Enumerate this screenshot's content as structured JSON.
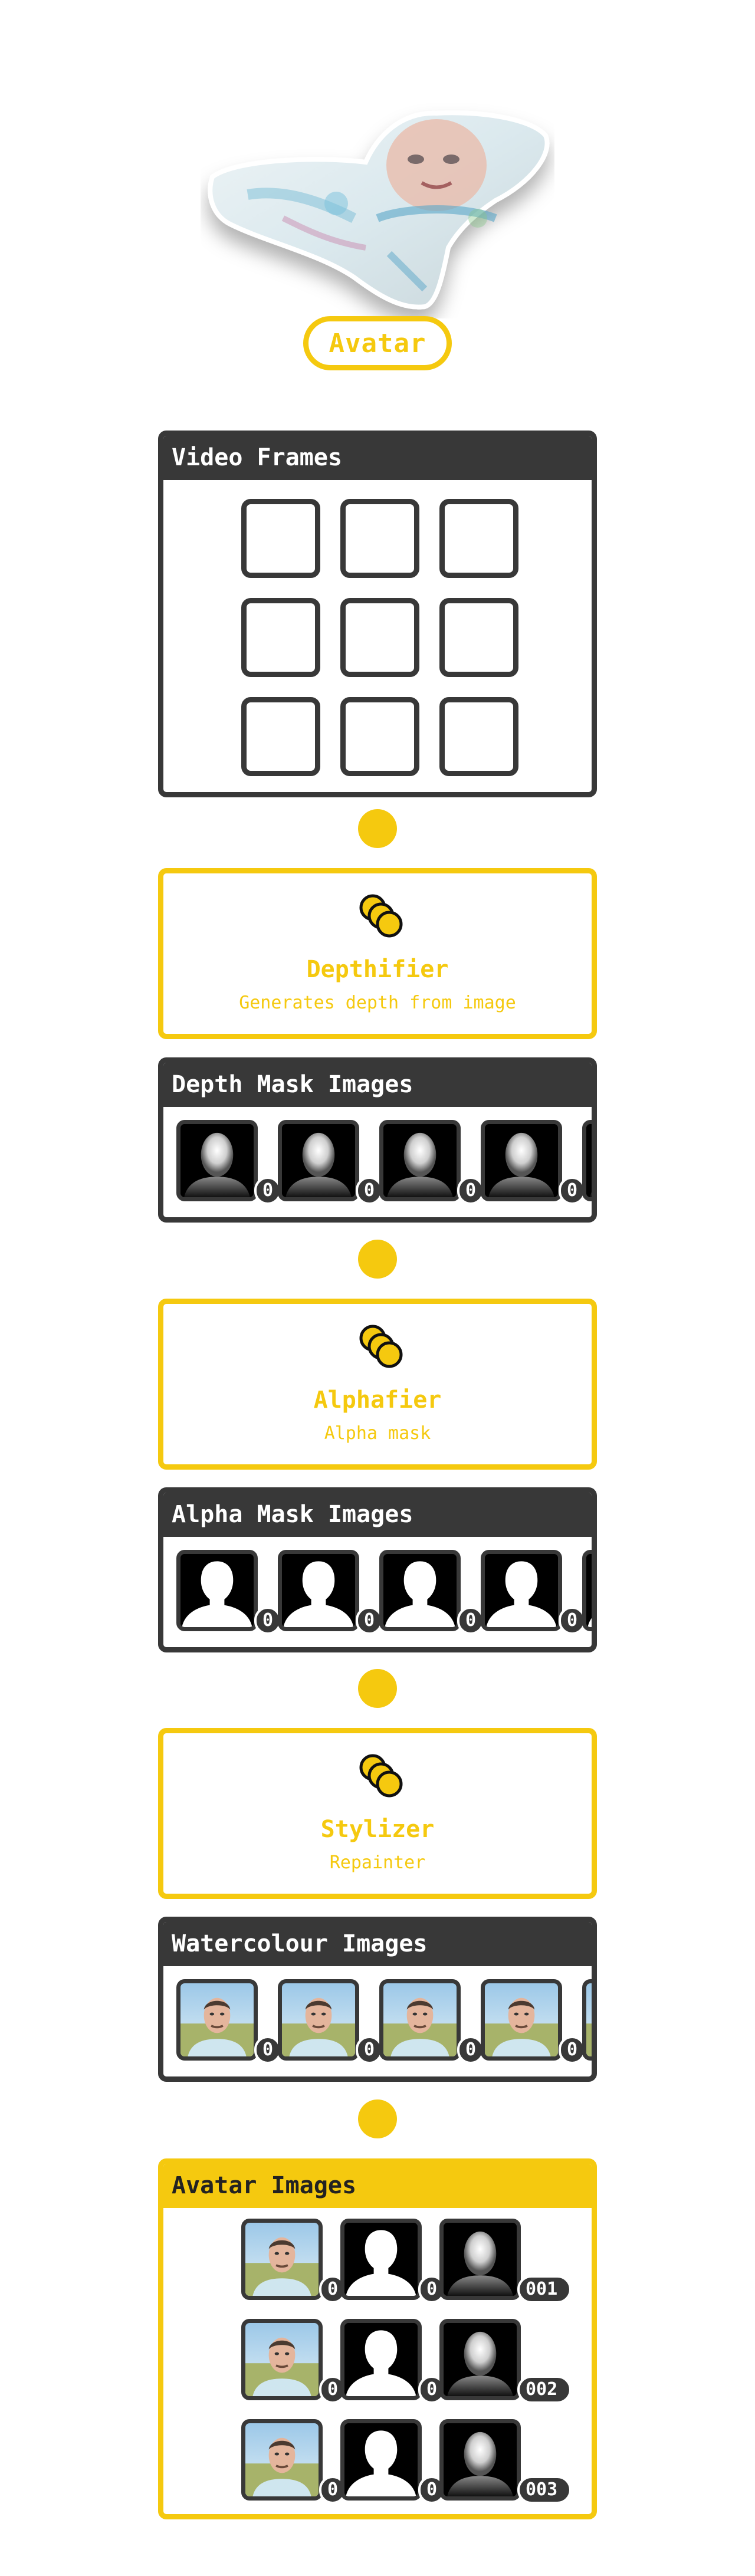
{
  "avatar_label": "Avatar",
  "video_frames": {
    "title": "Video Frames"
  },
  "pipeline": [
    {
      "processor": {
        "title": "Depthifier",
        "subtitle": "Generates depth from image",
        "icon": "stacked-circles-icon"
      },
      "output": {
        "title": "Depth Mask Images",
        "kind": "depth",
        "badges": [
          "0",
          "0",
          "0",
          "0"
        ]
      }
    },
    {
      "processor": {
        "title": "Alphafier",
        "subtitle": "Alpha mask",
        "icon": "stacked-circles-icon"
      },
      "output": {
        "title": "Alpha Mask Images",
        "kind": "alpha",
        "badges": [
          "0",
          "0",
          "0",
          "0"
        ]
      }
    },
    {
      "processor": {
        "title": "Stylizer",
        "subtitle": "Repainter",
        "icon": "stacked-circles-icon"
      },
      "output": {
        "title": "Watercolour Images",
        "kind": "photo",
        "badges": [
          "0",
          "0",
          "0",
          "0"
        ]
      }
    }
  ],
  "avatar_images": {
    "title": "Avatar Images",
    "rows": [
      {
        "badges": [
          "0",
          "0"
        ],
        "id": "001"
      },
      {
        "badges": [
          "0",
          "0"
        ],
        "id": "002"
      },
      {
        "badges": [
          "0",
          "0"
        ],
        "id": "003"
      }
    ]
  },
  "colors": {
    "accent": "#f5c90f",
    "dark": "#383838"
  }
}
